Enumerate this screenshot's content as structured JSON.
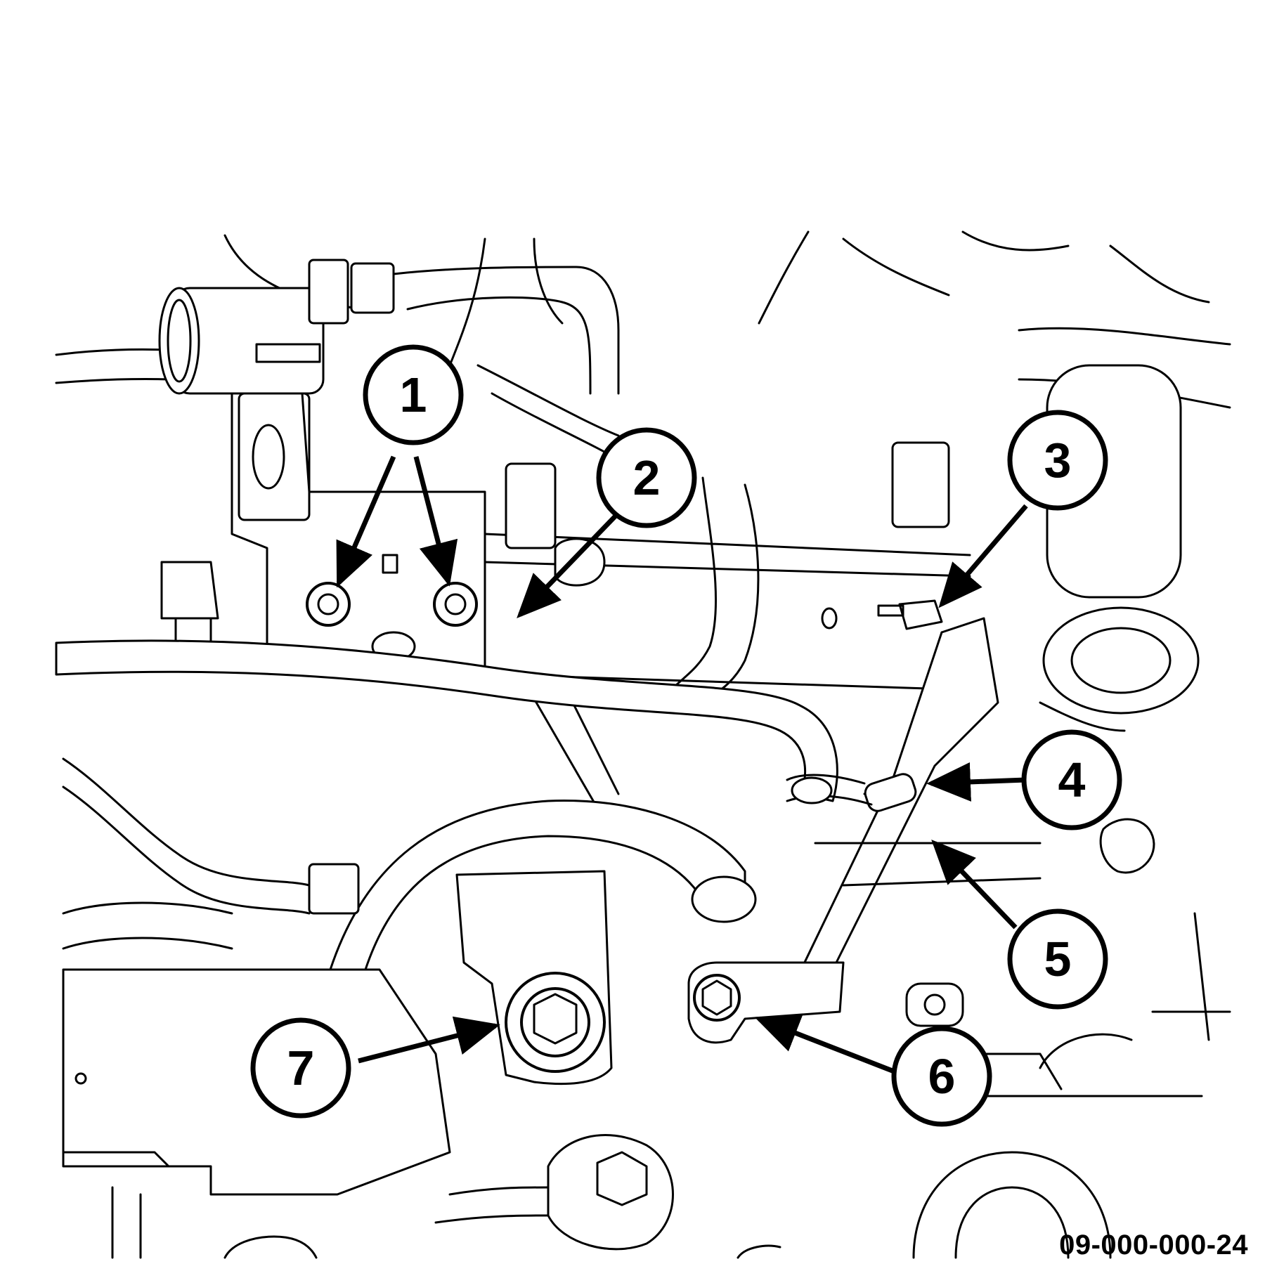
{
  "figure": {
    "callouts": [
      "1",
      "2",
      "3",
      "4",
      "5",
      "6",
      "7"
    ],
    "reference_code": "09-000-000-24"
  }
}
